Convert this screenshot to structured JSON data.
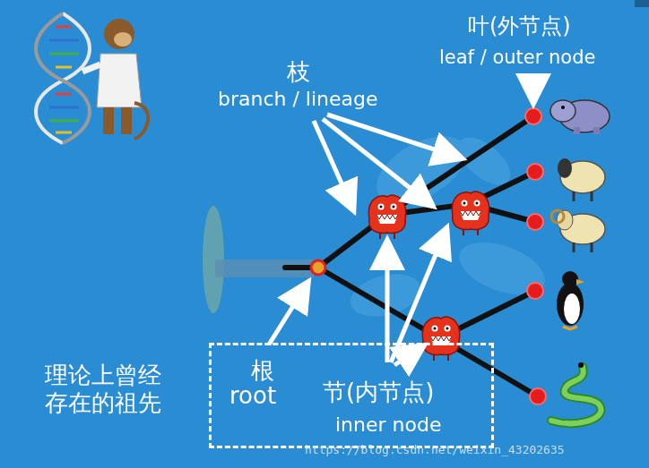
{
  "diagram": {
    "nodes": [
      {
        "text": [
          "根",
          "root",
          "节(内节点)",
          "inner node"
        ]
      }
    ],
    "labels": [
      "叶(外节点)",
      "leaf / outer node",
      "枝",
      "branch / lineage",
      "理论上曾经 存在的祖先",
      "https://blog.csdn.net/weixin_43202635"
    ]
  }
}
